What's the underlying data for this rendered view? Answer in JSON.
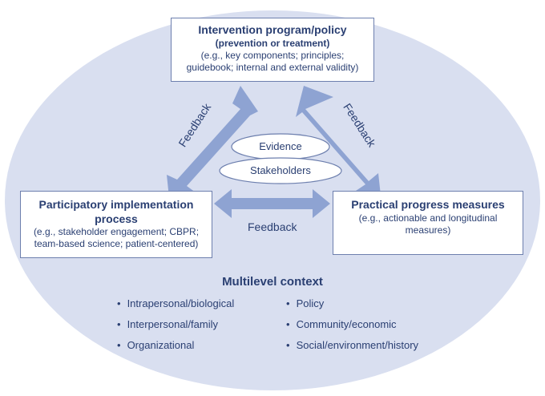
{
  "top_box": {
    "title": "Intervention program/policy",
    "subtitle": "(prevention or treatment)",
    "desc_line1": "(e.g., key components; principles;",
    "desc_line2": "guidebook; internal and external validity)"
  },
  "left_box": {
    "title_line1": "Participatory implementation",
    "title_line2": "process",
    "desc_line1": "(e.g., stakeholder engagement; CBPR;",
    "desc_line2": "team-based science; patient-centered)"
  },
  "right_box": {
    "title": "Practical progress measures",
    "desc_line1": "(e.g., actionable and longitudinal",
    "desc_line2": "measures)"
  },
  "center": {
    "evidence": "Evidence",
    "stakeholders": "Stakeholders"
  },
  "feedback": {
    "left": "Feedback",
    "right": "Feedback",
    "middle": "Feedback"
  },
  "context": {
    "title": "Multilevel context",
    "left_items": [
      "Intrapersonal/biological",
      "Interpersonal/family",
      "Organizational"
    ],
    "right_items": [
      "Policy",
      "Community/economic",
      "Social/environment/history"
    ]
  },
  "colors": {
    "background_ellipse": "#d9dff0",
    "arrow": "#8ea3d2",
    "text": "#2a3f72",
    "border": "#6d7fae"
  }
}
